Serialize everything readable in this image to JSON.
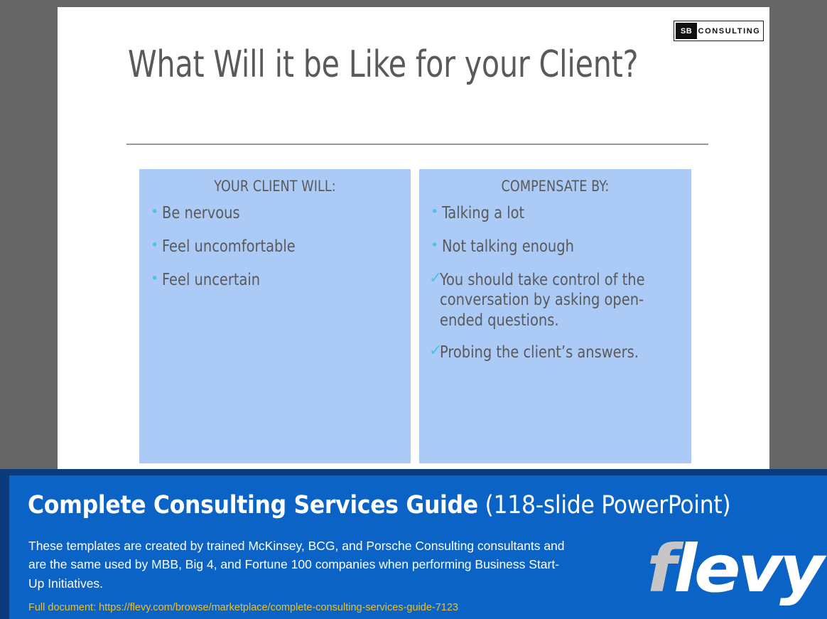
{
  "slide": {
    "logo": {
      "mark": "SB",
      "word": "CONSULTING"
    },
    "title": "What Will it be Like for your Client?",
    "panels": [
      {
        "heading": "YOUR CLIENT WILL:",
        "items": [
          {
            "marker": "bullet",
            "glyph": "•",
            "text": "Be nervous"
          },
          {
            "marker": "bullet",
            "glyph": "•",
            "text": "Feel uncomfortable"
          },
          {
            "marker": "bullet",
            "glyph": "•",
            "text": "Feel uncertain"
          }
        ]
      },
      {
        "heading": "COMPENSATE BY:",
        "items": [
          {
            "marker": "bullet",
            "glyph": "•",
            "text": "Talking a lot"
          },
          {
            "marker": "bullet",
            "glyph": "•",
            "text": "Not talking enough"
          },
          {
            "marker": "check",
            "glyph": "✓",
            "text": "You should take control of the conversation by asking open-ended questions."
          },
          {
            "marker": "check",
            "glyph": "✓",
            "text": "Probing the client’s answers."
          }
        ]
      }
    ]
  },
  "banner": {
    "title_main": "Complete Consulting Services Guide",
    "title_sub": " (118-slide PowerPoint)",
    "description": "These templates are created by trained McKinsey, BCG, and Porsche Consulting consultants and are the same used by MBB, Big 4, and Fortune 100 companies when performing Business Start-Up Initiatives.",
    "url_line": "Full document: https://flevy.com/browse/marketplace/complete-consulting-services-guide-7123",
    "brand_f": "f",
    "brand_rest": "levy"
  },
  "colors": {
    "page_background": "#666666",
    "slide_background": "#ffffff",
    "panel_blue": "#abcaf6",
    "accent_cyan": "#4bc3ea",
    "text_gray": "#5a5a5a",
    "banner_blue": "#0b63c5",
    "banner_navy": "#0a3c7c",
    "url_gold": "#f0c020"
  }
}
